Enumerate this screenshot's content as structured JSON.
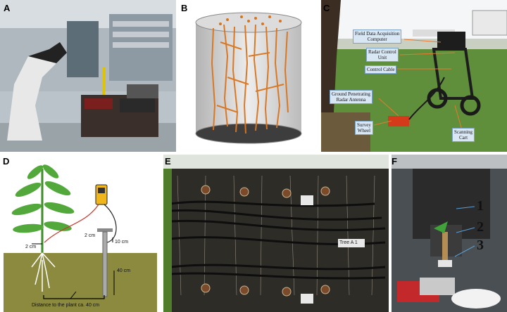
{
  "panels": {
    "a": {
      "label": "A"
    },
    "b": {
      "label": "B"
    },
    "c": {
      "label": "C",
      "callouts": {
        "field_data": "Field Data Acquisition\nComputer",
        "radar_control": "Radar Control\nUnit",
        "control_cable": "Control Cable",
        "gpr_antenna": "Ground Penetrating\nRadar Antenna",
        "survey_wheel": "Survey\nWheel",
        "scanning_cart": "Scanning\nCart"
      }
    },
    "d": {
      "label": "D",
      "dim_2cm_left": "2 cm",
      "dim_2cm_probe": "2 cm",
      "dim_10cm": "10 cm",
      "dim_40cm": "40 cm",
      "distance_text": "Distance to the plant ca. 40 cm"
    },
    "e": {
      "label": "E",
      "tag": "Tree A 1"
    },
    "f": {
      "label": "F",
      "n1": "1",
      "n2": "2",
      "n3": "3"
    }
  }
}
